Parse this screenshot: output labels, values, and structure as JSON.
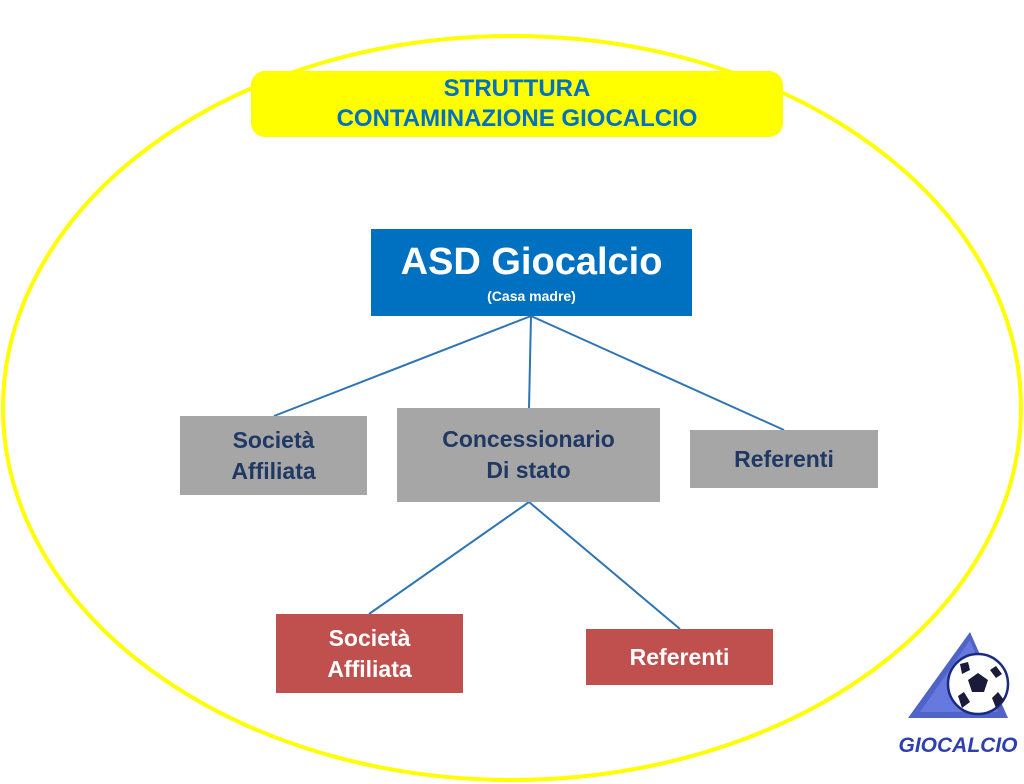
{
  "title": {
    "line1": "STRUTTURA",
    "line2": "CONTAMINAZIONE GIOCALCIO"
  },
  "nodes": {
    "root": {
      "name": "ASD Giocalcio",
      "subtitle": "(Casa madre)"
    },
    "affiliata_1": {
      "line1": "Società",
      "line2": "Affiliata"
    },
    "concessionario": {
      "line1": "Concessionario",
      "line2": "Di stato"
    },
    "referenti_1": {
      "label": "Referenti"
    },
    "affiliata_2": {
      "line1": "Società",
      "line2": "Affiliata"
    },
    "referenti_2": {
      "label": "Referenti"
    }
  },
  "edges": [
    {
      "from": "root",
      "to": "affiliata_1"
    },
    {
      "from": "root",
      "to": "concessionario"
    },
    {
      "from": "root",
      "to": "referenti_1"
    },
    {
      "from": "concessionario",
      "to": "affiliata_2"
    },
    {
      "from": "concessionario",
      "to": "referenti_2"
    }
  ],
  "logo": {
    "text": "GIOCALCIO",
    "icon": "soccer-ball-icon"
  },
  "colors": {
    "frame": "#ffff00",
    "title_banner": "#ffff00",
    "title_text": "#0070c0",
    "root_box": "#0070c0",
    "grey_box": "#a6a6a6",
    "grey_text": "#1f3864",
    "red_box": "#c0504d",
    "connector": "#2e75b6"
  }
}
